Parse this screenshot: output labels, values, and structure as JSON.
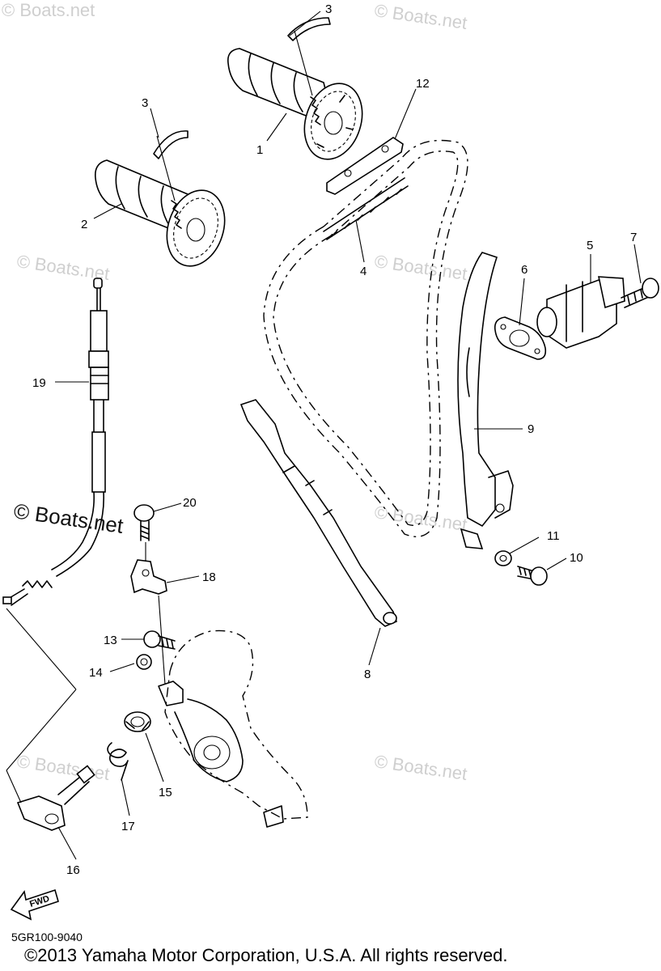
{
  "watermarks": {
    "text": "© Boats.net"
  },
  "callouts": [
    {
      "id": "c1",
      "label": "1"
    },
    {
      "id": "c2",
      "label": "2"
    },
    {
      "id": "c3a",
      "label": "3"
    },
    {
      "id": "c3b",
      "label": "3"
    },
    {
      "id": "c4",
      "label": "4"
    },
    {
      "id": "c5",
      "label": "5"
    },
    {
      "id": "c6",
      "label": "6"
    },
    {
      "id": "c7",
      "label": "7"
    },
    {
      "id": "c8",
      "label": "8"
    },
    {
      "id": "c9",
      "label": "9"
    },
    {
      "id": "c10",
      "label": "10"
    },
    {
      "id": "c11",
      "label": "11"
    },
    {
      "id": "c12",
      "label": "12"
    },
    {
      "id": "c13",
      "label": "13"
    },
    {
      "id": "c14",
      "label": "14"
    },
    {
      "id": "c15",
      "label": "15"
    },
    {
      "id": "c16",
      "label": "16"
    },
    {
      "id": "c17",
      "label": "17"
    },
    {
      "id": "c18",
      "label": "18"
    },
    {
      "id": "c19",
      "label": "19"
    },
    {
      "id": "c20",
      "label": "20"
    }
  ],
  "fwd_label": "FWD",
  "doc_code": "5GR100-9040",
  "copyright": "©2013 Yamaha Motor Corporation, U.S.A. All rights reserved."
}
